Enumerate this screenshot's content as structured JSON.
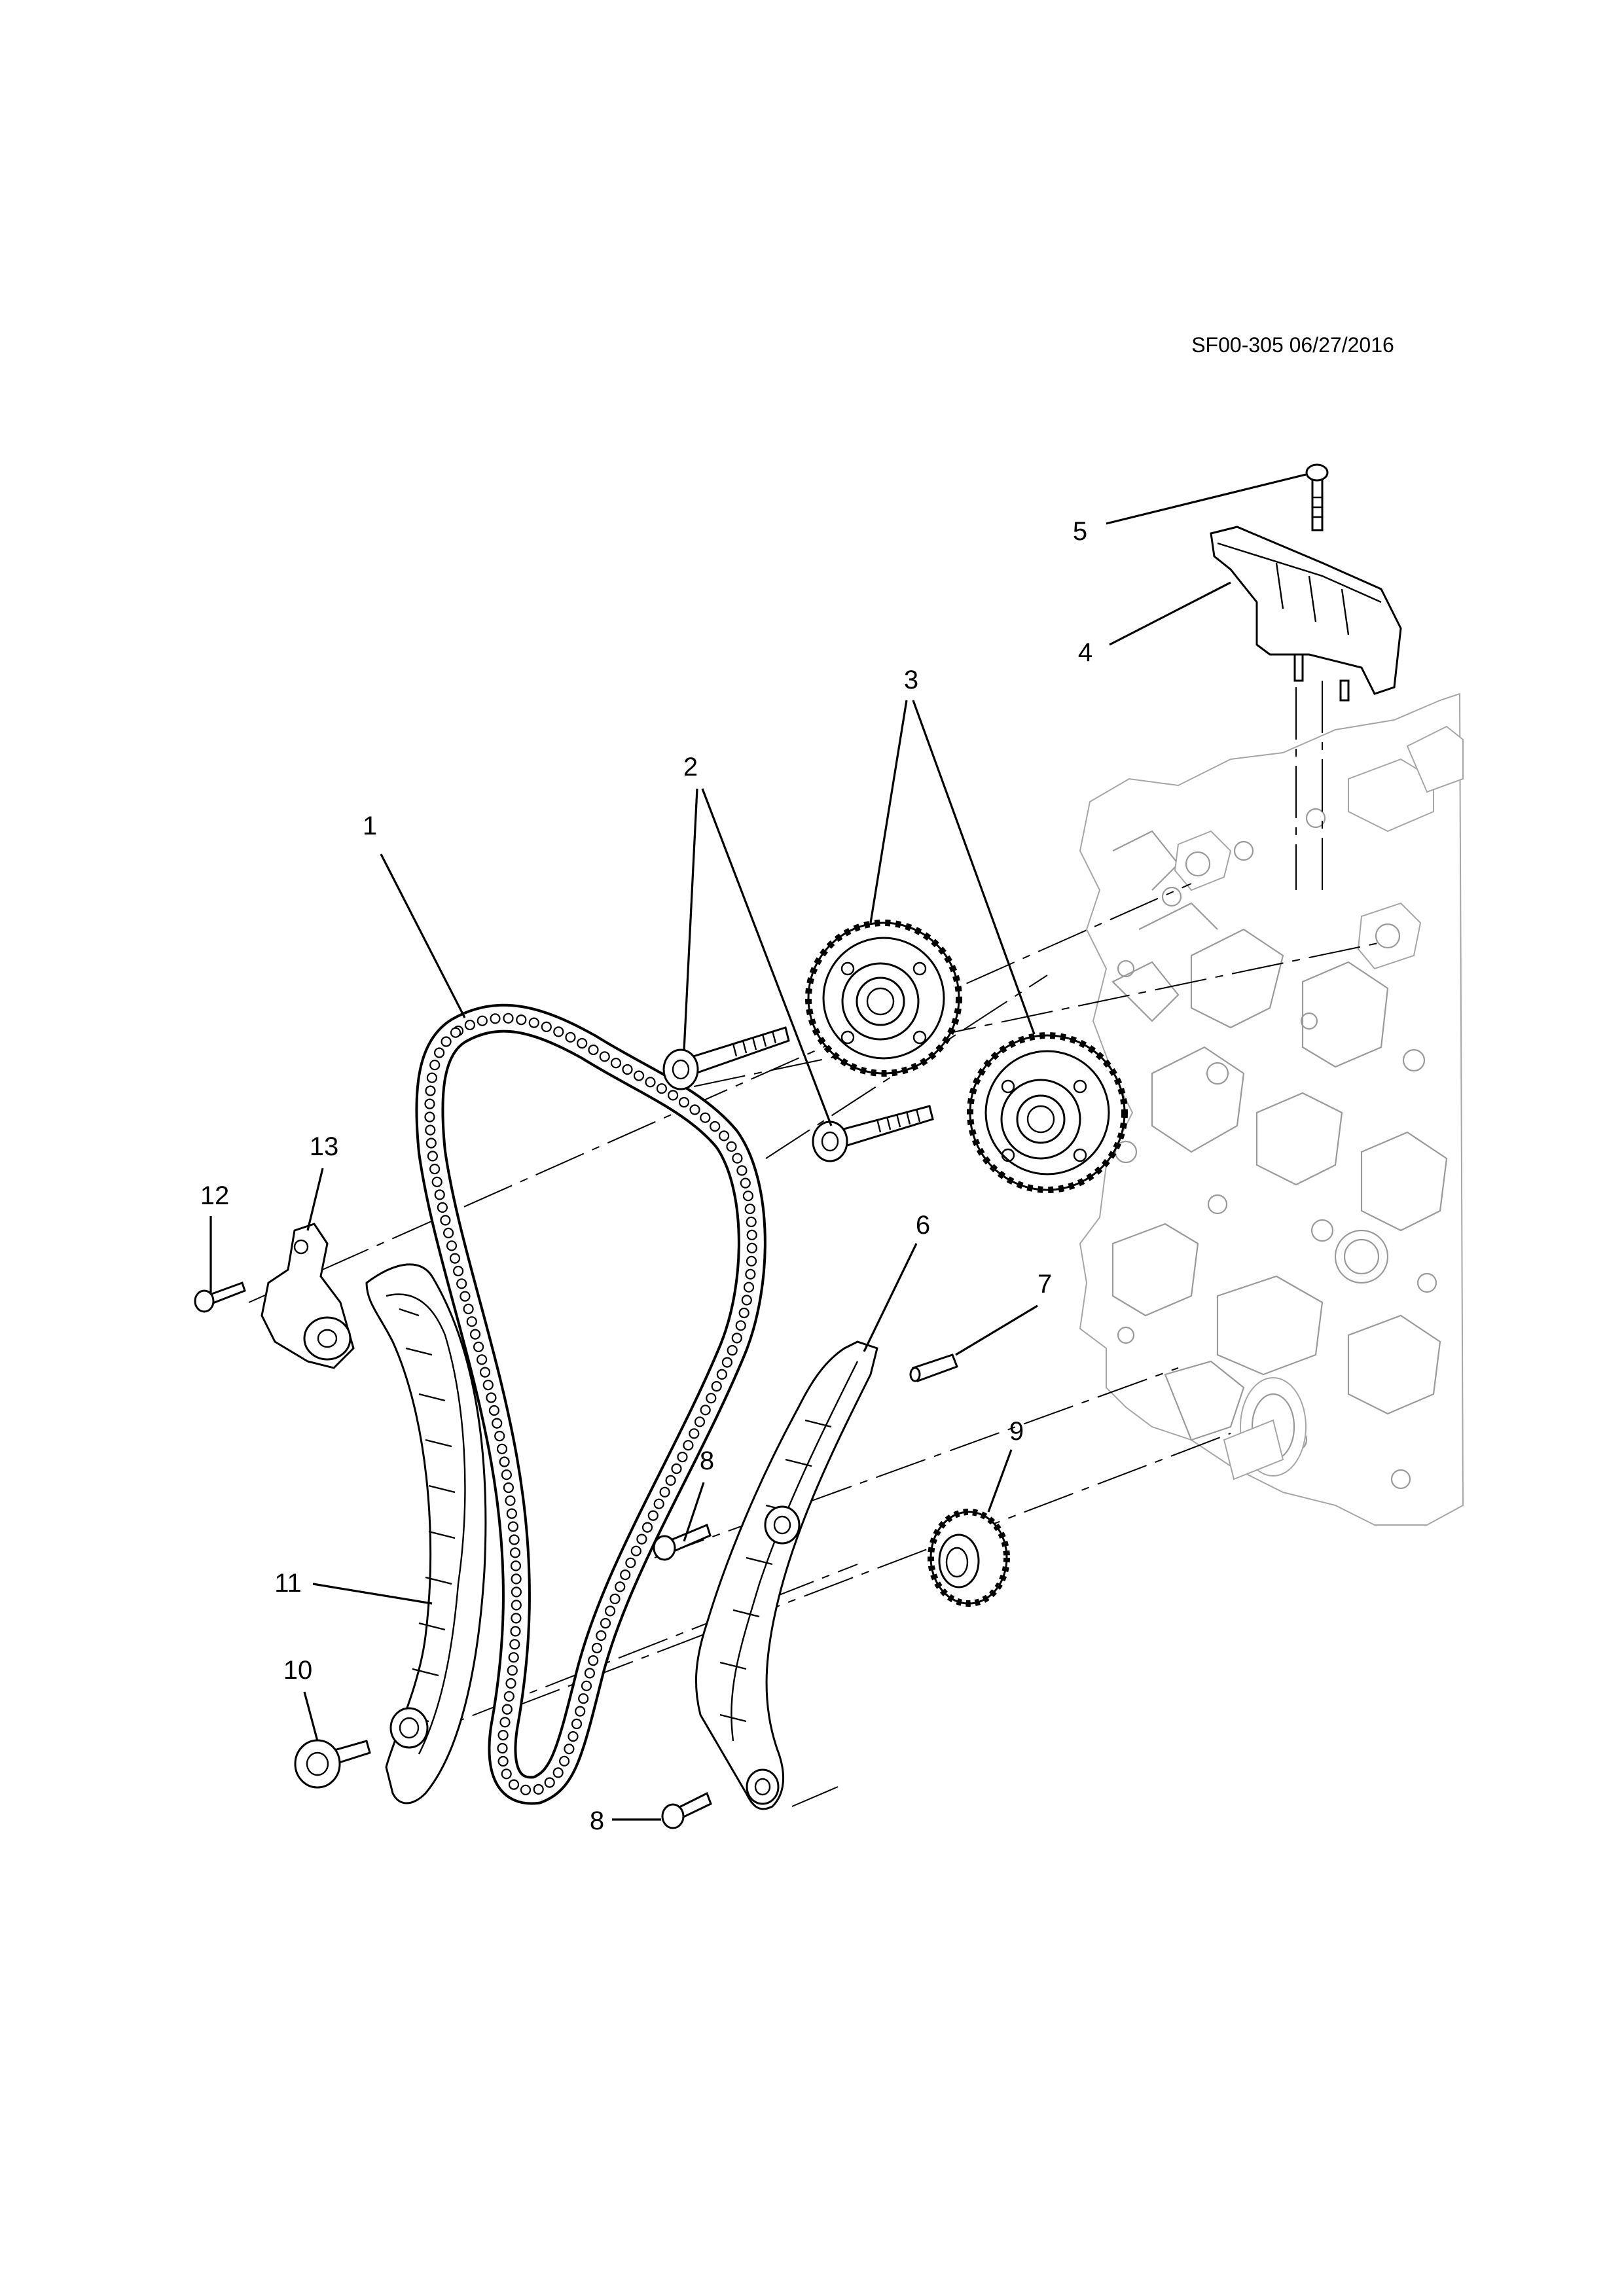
{
  "drawing": {
    "code": "SF00-305 06/27/2016"
  },
  "callouts": [
    {
      "id": "1",
      "text": "1"
    },
    {
      "id": "2",
      "text": "2"
    },
    {
      "id": "3",
      "text": "3"
    },
    {
      "id": "4",
      "text": "4"
    },
    {
      "id": "5",
      "text": "5"
    },
    {
      "id": "6",
      "text": "6"
    },
    {
      "id": "7",
      "text": "7"
    },
    {
      "id": "8a",
      "text": "8"
    },
    {
      "id": "8b",
      "text": "8"
    },
    {
      "id": "9",
      "text": "9"
    },
    {
      "id": "10",
      "text": "10"
    },
    {
      "id": "11",
      "text": "11"
    },
    {
      "id": "12",
      "text": "12"
    },
    {
      "id": "13",
      "text": "13"
    }
  ]
}
